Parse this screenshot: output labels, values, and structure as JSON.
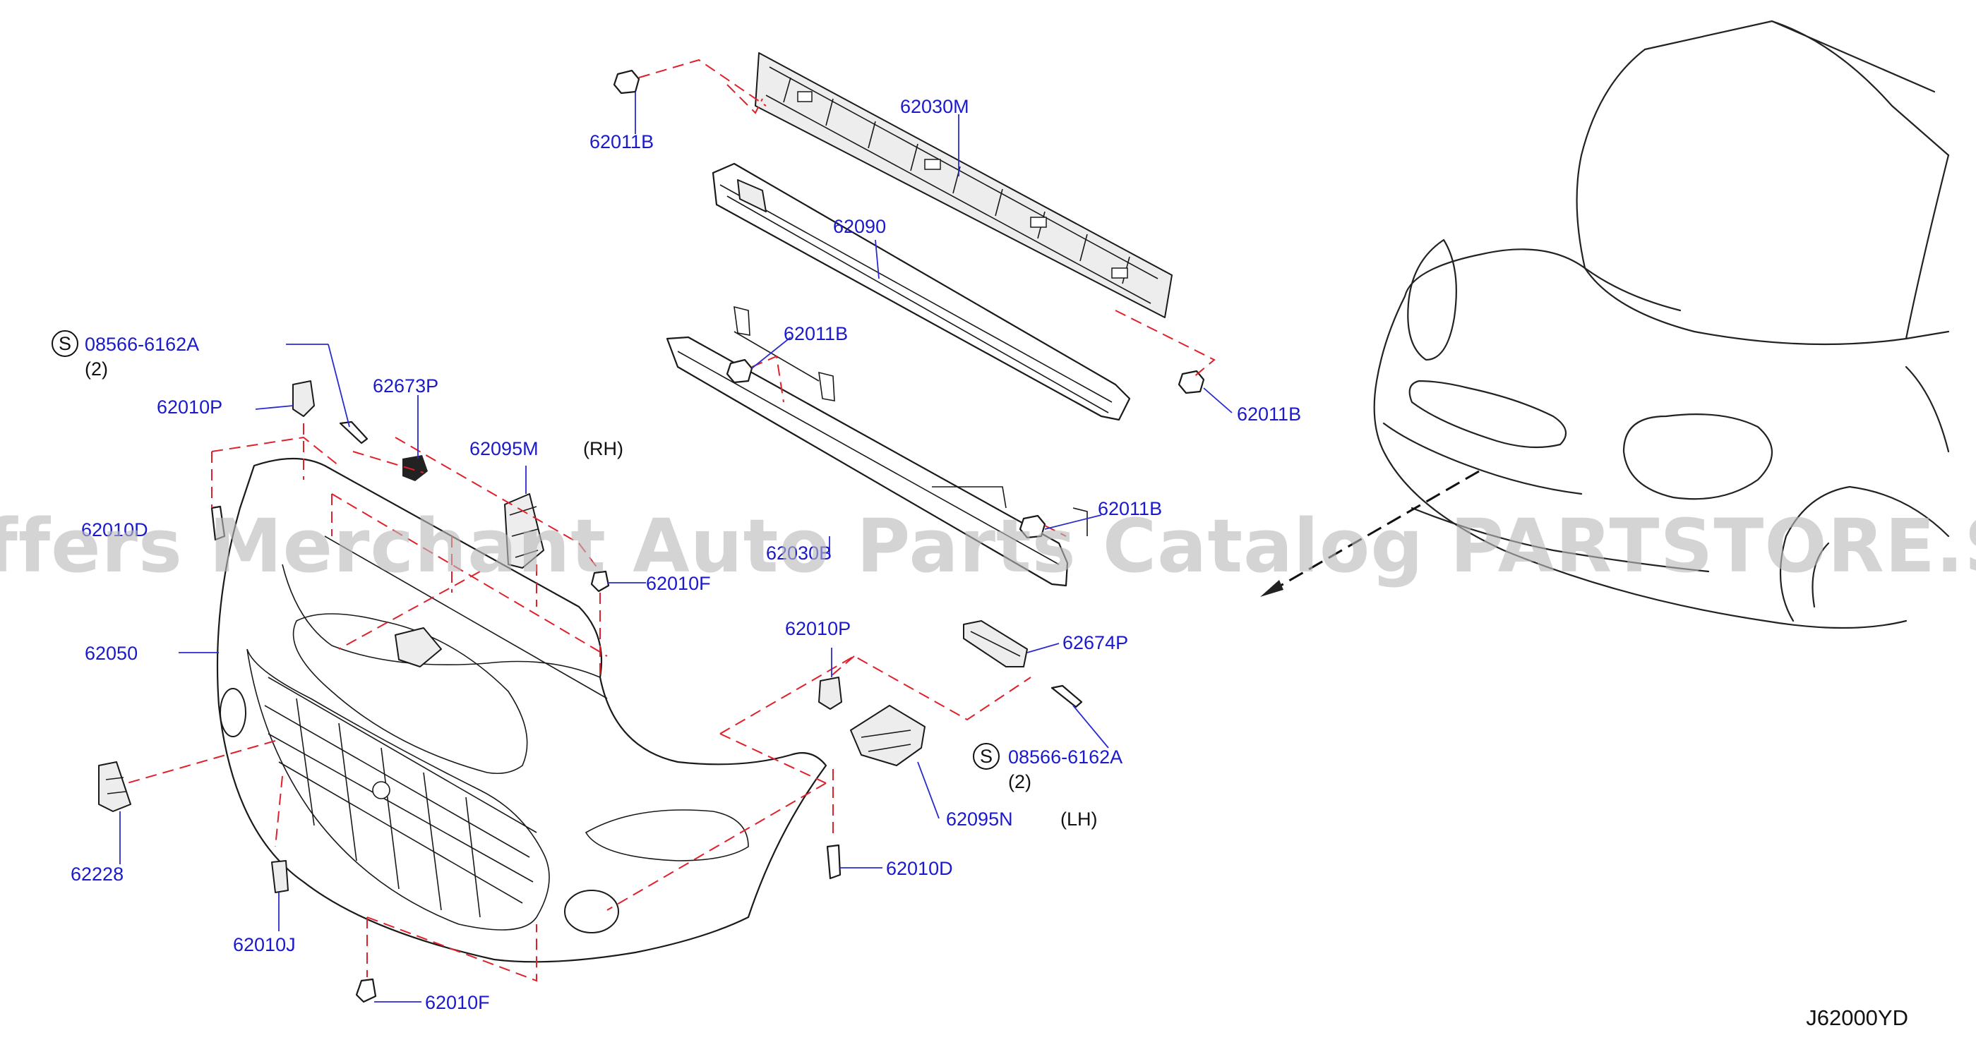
{
  "diagram": {
    "code": "J62000YD",
    "watermark": "Offers Merchant Auto Parts Catalog PARTSTORE.SA",
    "screw_symbol": "S",
    "labels": {
      "p62011b_a": "62011B",
      "p62030m": "62030M",
      "p62090": "62090",
      "p62011b_b": "62011B",
      "p62011b_c": "62011B",
      "p62011b_d": "62011B",
      "p08566_a": "08566-6162A",
      "qty_a": "(2)",
      "p62010p_a": "62010P",
      "p62673p": "62673P",
      "p62095m": "62095M",
      "rh": "(RH)",
      "p620100": "62010D",
      "p62030b": "62030B",
      "p62010f_a": "62010F",
      "p62050": "62050",
      "p62010p_b": "62010P",
      "p62674p": "62674P",
      "p08566_b": "08566-6162A",
      "qty_b": "(2)",
      "p62095n": "62095N",
      "lh": "(LH)",
      "p62228": "62228",
      "p62010d": "62010D",
      "p62010j": "62010J",
      "p62010f_b": "62010F"
    }
  }
}
